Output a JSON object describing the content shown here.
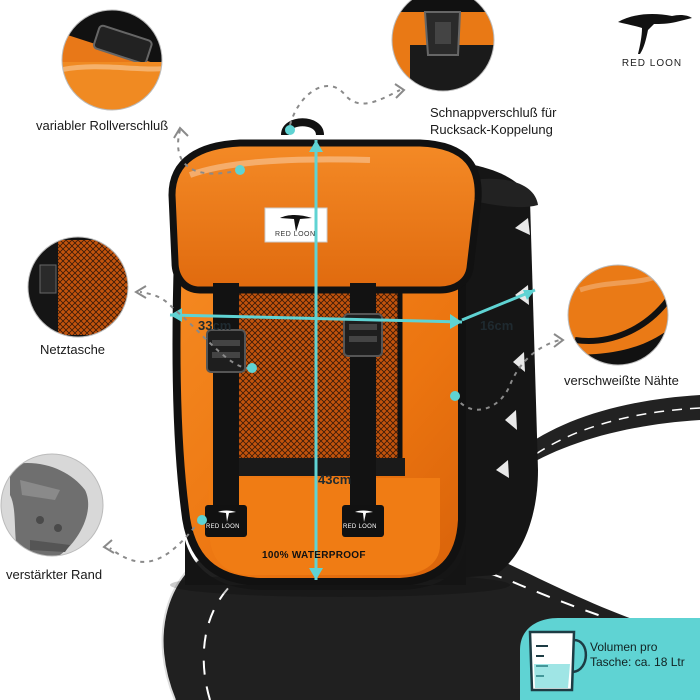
{
  "brand": {
    "name": "RED LOON",
    "logo_icon": "loon-bird-icon"
  },
  "features": {
    "roll_closure": "variabler Rollverschluß",
    "snap_line1": "Schnappverschluß für",
    "snap_line2": "Rucksack-Koppelung",
    "net_pocket": "Netztasche",
    "welded_seams": "verschweißte Nähte",
    "reinforced_edge": "verstärkter Rand"
  },
  "dimensions": {
    "width": "33cm",
    "depth": "16cm",
    "height": "43cm"
  },
  "bag": {
    "flap_logo": "RED LOON",
    "strap_logo_left": "RED LOON",
    "strap_logo_right": "RED LOON",
    "waterproof_label": "100% WATERPROOF"
  },
  "volume": {
    "line1": "Volumen pro",
    "line2": "Tasche: ca. 18 Ltr",
    "icon": "measuring-jug-icon"
  },
  "colors": {
    "accent_cyan": "#5fd3d3",
    "bag_orange": "#f07c14",
    "bag_black": "#161616",
    "road": "#1f1f1f"
  }
}
